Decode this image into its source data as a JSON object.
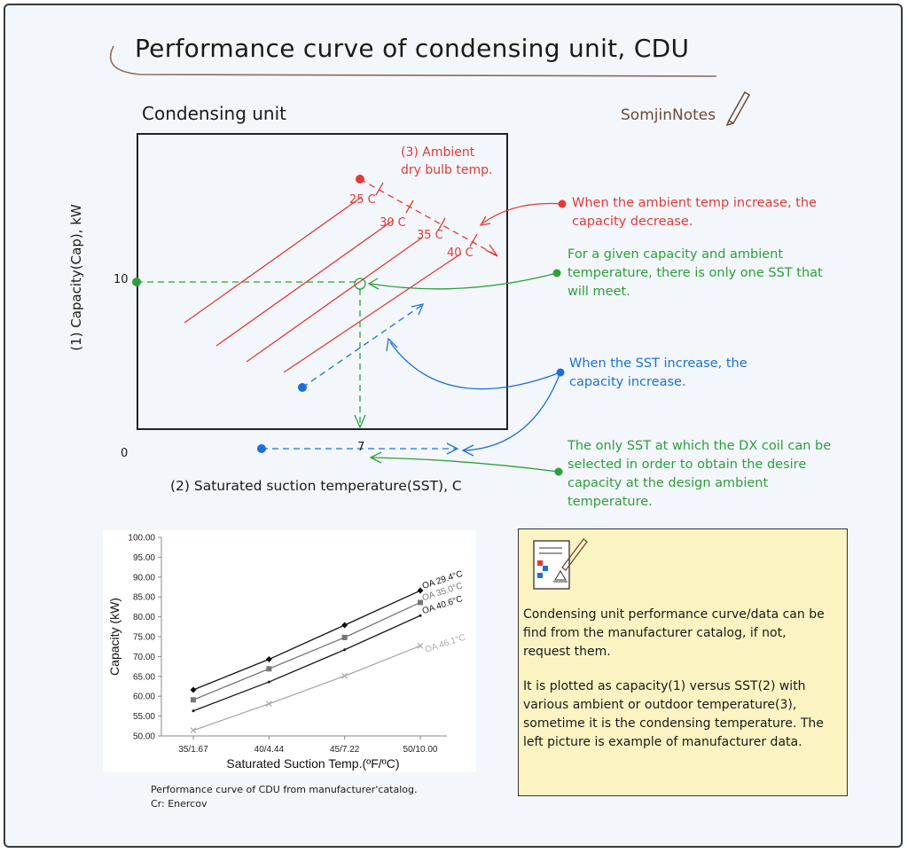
{
  "title": "Performance curve of condensing unit, CDU",
  "brand": "SomjinNotes",
  "diagram": {
    "heading": "Condensing unit",
    "y_axis_label": "(1) Capacity(Cap), kW",
    "x_axis_label": "(2) Saturated suction temperature(SST), C",
    "y_tick": "10",
    "x_tick": "7",
    "origin": "0",
    "ambient_label_line1": "(3) Ambient",
    "ambient_label_line2": "dry bulb temp.",
    "temp_lines": [
      "25 C",
      "30 C",
      "35 C",
      "40 C"
    ],
    "notes": {
      "red": "When the ambient temp increase, the capacity decrease.",
      "green_top": "For a given capacity and ambient temperature, there is only one SST that will meet.",
      "blue": "When the SST increase, the capacity increase.",
      "green_bottom": "The only SST at which the DX coil can be selected in order to obtain the desire capacity at the design ambient temperature."
    },
    "colors": {
      "red": "#e53935",
      "green": "#2e9e3a",
      "blue": "#1e6fd9",
      "text": "#1a1a1a"
    }
  },
  "chart_data": {
    "type": "line",
    "xlabel": "Saturated Suction Temp.(ºF/ºC)",
    "ylabel": "Capacity (kW)",
    "categories": [
      "35/1.67",
      "40/4.44",
      "45/7.22",
      "50/10.00"
    ],
    "ylim": [
      50,
      100
    ],
    "yticks": [
      "50.00",
      "55.00",
      "60.00",
      "65.00",
      "70.00",
      "75.00",
      "80.00",
      "85.00",
      "90.00",
      "95.00",
      "100.00"
    ],
    "series": [
      {
        "name": "OA 29.4°C",
        "values": [
          61.6,
          69.3,
          77.9,
          86.6
        ],
        "color": "#111111",
        "marker": "diamond"
      },
      {
        "name": "OA 35.0°C",
        "values": [
          59.1,
          66.9,
          74.8,
          83.6
        ],
        "color": "#777777",
        "marker": "square"
      },
      {
        "name": "OA 40.6°C",
        "values": [
          56.3,
          63.6,
          71.7,
          80.3
        ],
        "color": "#1a1a1a",
        "marker": "none"
      },
      {
        "name": "OA 46.1°C",
        "values": [
          51.4,
          58.1,
          65.1,
          72.7
        ],
        "color": "#aaaaaa",
        "marker": "x"
      }
    ],
    "grid": false,
    "legend": "inline-right"
  },
  "chart_caption_line1": "Performance curve of CDU from manufacturer'catalog.",
  "chart_caption_line2": "Cr: Enercov",
  "note_card": {
    "para1": "Condensing unit performance curve/data can be find from the manufacturer catalog, if not, request them.",
    "para2": "It is plotted as capacity(1) versus SST(2) with various ambient or outdoor temperature(3), sometime it is the condensing temperature. The left picture is example of manufacturer data."
  }
}
